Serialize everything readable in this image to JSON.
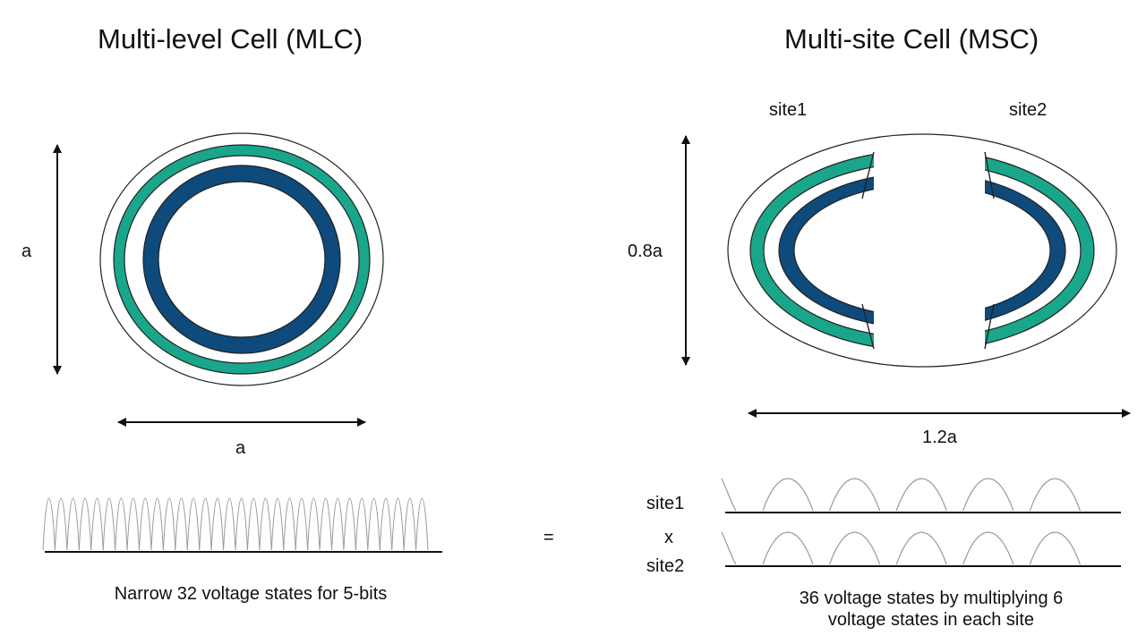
{
  "mlc": {
    "title": "Multi-level Cell (MLC)",
    "height_label": "a",
    "width_label": "a",
    "caption": "Narrow 32 voltage states for 5-bits",
    "states": 32
  },
  "msc": {
    "title": "Multi-site Cell (MSC)",
    "site1_label": "site1",
    "site2_label": "site2",
    "height_label": "0.8a",
    "width_label": "1.2a",
    "caption_line1": "36 voltage states by multiplying 6",
    "caption_line2": "voltage states in each site",
    "states_per_site": 6,
    "row1_label": "site1",
    "times_label": "x",
    "row2_label": "site2"
  },
  "equals_label": "=",
  "colors": {
    "teal": "#1aa68a",
    "navy": "#0e4a7c",
    "outline": "#222222",
    "curve": "#9a9a9a"
  }
}
